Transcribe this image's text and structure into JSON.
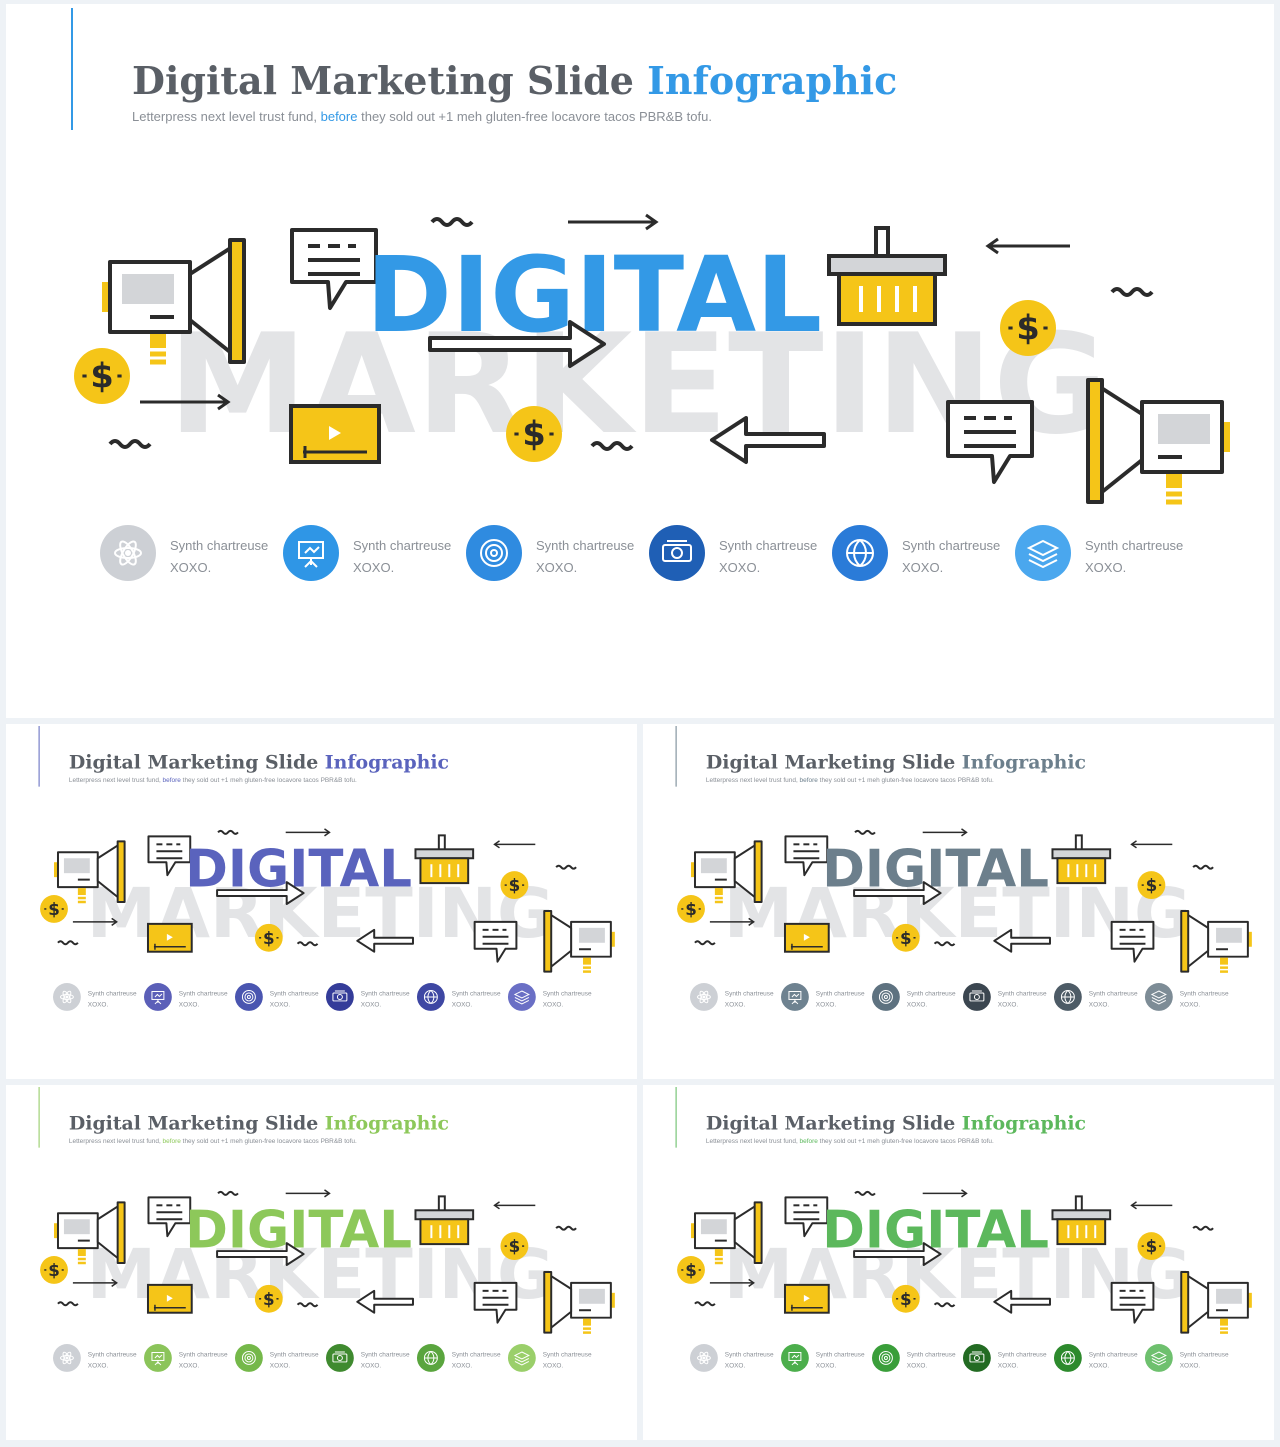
{
  "slide": {
    "title_main": "Digital Marketing Slide ",
    "title_accent": "Infographic",
    "subtitle_pre": "Letterpress next level trust fund, ",
    "subtitle_accent": "before",
    "subtitle_post": " they sold out +1 meh gluten-free locavore tacos PBR&B tofu.",
    "word_primary": "DIGITAL",
    "word_secondary": "MARKETING",
    "dollar": "$",
    "icon_items": [
      {
        "icon": "atom-icon",
        "label": "Synth chartreuse",
        "sub": "XOXO."
      },
      {
        "icon": "presentation-board-icon",
        "label": "Synth chartreuse",
        "sub": "XOXO."
      },
      {
        "icon": "target-icon",
        "label": "Synth chartreuse",
        "sub": "XOXO."
      },
      {
        "icon": "money-bill-icon",
        "label": "Synth chartreuse",
        "sub": "XOXO."
      },
      {
        "icon": "globe-icon",
        "label": "Synth chartreuse",
        "sub": "XOXO."
      },
      {
        "icon": "layers-icon",
        "label": "Synth chartreuse",
        "sub": "XOXO."
      }
    ]
  },
  "themes": [
    {
      "id": "slide-main",
      "accent": "#3399e6",
      "icons": [
        "#cdd0d5",
        "#2f96e6",
        "#2f8be0",
        "#1f5fb5",
        "#2a7bd8",
        "#4aa7ee"
      ]
    },
    {
      "id": "slide-blue",
      "accent": "#5a63bd",
      "icons": [
        "#cdd0d5",
        "#5b5fb8",
        "#4a55b0",
        "#343c99",
        "#3e47a3",
        "#6a6fc5"
      ]
    },
    {
      "id": "slide-slate",
      "accent": "#6c7f8c",
      "icons": [
        "#cdd0d5",
        "#6e8290",
        "#5e7280",
        "#3b4650",
        "#4d5b66",
        "#7d8c96"
      ]
    },
    {
      "id": "slide-green1",
      "accent": "#8dc85a",
      "icons": [
        "#cdd0d5",
        "#8bc45a",
        "#75b84a",
        "#3f8a2f",
        "#5aa53e",
        "#9acf6a"
      ]
    },
    {
      "id": "slide-green2",
      "accent": "#5cb85c",
      "icons": [
        "#cdd0d5",
        "#4cae4c",
        "#3a9e3a",
        "#236b23",
        "#2d8a2d",
        "#6ec06e"
      ]
    }
  ],
  "palette": {
    "yellow": "#f5c518",
    "gray": "#d3d5d8",
    "dark": "#2b2b2b",
    "watermark": "#e3e4e6",
    "title": "#5a5f66",
    "subtitle": "#8a8f96"
  }
}
